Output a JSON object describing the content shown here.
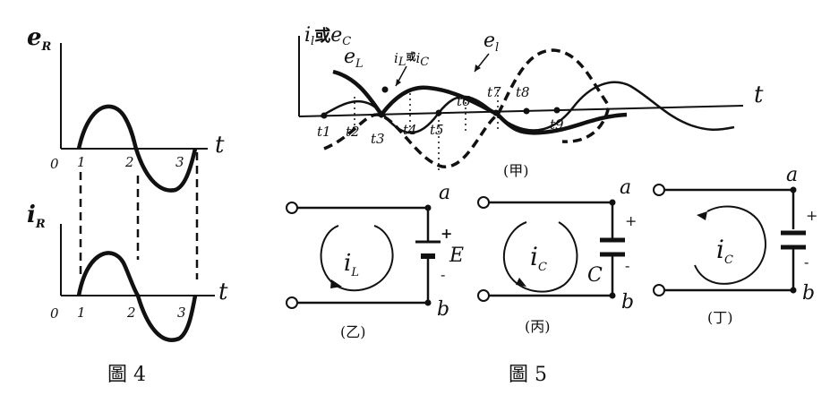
{
  "figure4": {
    "caption": "圖 4",
    "top_plot": {
      "ylabel": "e",
      "ylabel_sub": "R",
      "xlabel": "t",
      "origin": "0",
      "ticks": [
        "1",
        "2",
        "3"
      ]
    },
    "bottom_plot": {
      "ylabel": "i",
      "ylabel_sub": "R",
      "xlabel": "t",
      "origin": "0",
      "ticks": [
        "1",
        "2",
        "3"
      ]
    }
  },
  "figure5": {
    "caption": "圖 5",
    "jia": {
      "caption": "(甲)",
      "ylabel": "i",
      "ylabel_sub": "l",
      "ylabel_mid": "或",
      "ylabel2": "e",
      "ylabel2_sub": "C",
      "xlabel": "t",
      "curve_eL_label": "e",
      "curve_eL_sub": "L",
      "curve_iL_label": "i",
      "curve_iL_sub": "L",
      "curve_iL_mid": "或",
      "curve_iC_label": "i",
      "curve_iC_sub": "C",
      "curve_el_label": "e",
      "curve_el_sub": "l",
      "time_marks": [
        "t1",
        "t2",
        "t3",
        "t4",
        "t5",
        "t6",
        "t7",
        "t8",
        "t9"
      ]
    },
    "yi": {
      "caption": "(乙)",
      "node_a": "a",
      "node_b": "b",
      "current": "i",
      "current_sub": "L",
      "source": "E",
      "plus": "+",
      "minus": "-"
    },
    "bing": {
      "caption": "(丙)",
      "node_a": "a",
      "node_b": "b",
      "current": "i",
      "current_sub": "C",
      "cap": "C",
      "plus": "+",
      "minus": "-"
    },
    "ding": {
      "caption": "(丁)",
      "node_a": "a",
      "node_b": "b",
      "current": "i",
      "current_sub": "C",
      "plus": "+",
      "minus": "-"
    }
  }
}
